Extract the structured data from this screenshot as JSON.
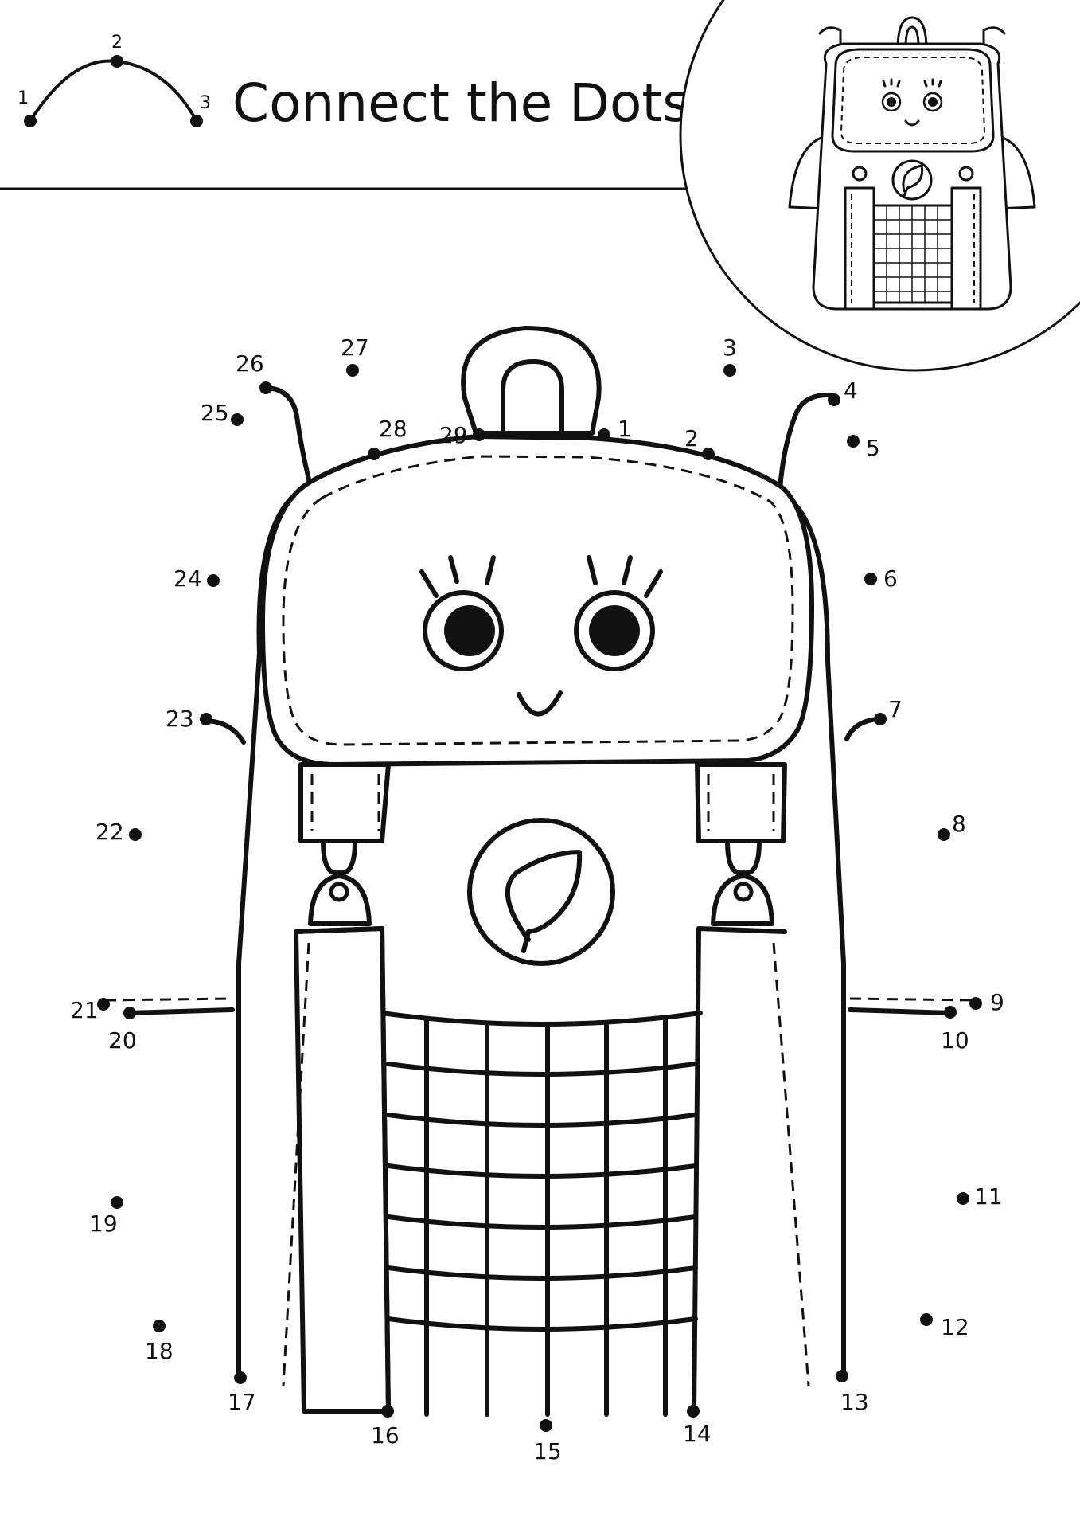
{
  "title": "Connect the Dots",
  "example": {
    "numbers": [
      "1",
      "2",
      "3"
    ]
  },
  "dots": [
    "1",
    "2",
    "3",
    "4",
    "5",
    "6",
    "7",
    "8",
    "9",
    "10",
    "11",
    "12",
    "13",
    "14",
    "15",
    "16",
    "17",
    "18",
    "19",
    "20",
    "21",
    "22",
    "23",
    "24",
    "25",
    "26",
    "27",
    "28",
    "29"
  ],
  "colors": {
    "ink": "#111111",
    "paper": "#ffffff"
  }
}
